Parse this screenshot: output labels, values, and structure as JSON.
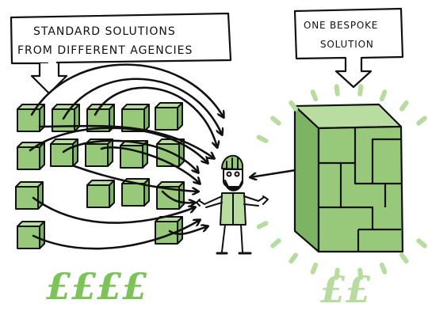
{
  "left_callout": {
    "line1": "STANDARD SOLUTIONS",
    "line2": "FROM DIFFERENT AGENCIES"
  },
  "right_callout": {
    "line1": "ONE BESPOKE",
    "line2": "SOLUTION"
  },
  "left_price": "££££",
  "right_price": "££",
  "colors": {
    "outline": "#111111",
    "green_light": "#b9dca0",
    "green_mid": "#98c97a",
    "green_dark": "#7cb464",
    "pound_green": "#7dc35a",
    "pound_green_light": "#b8dca0"
  }
}
